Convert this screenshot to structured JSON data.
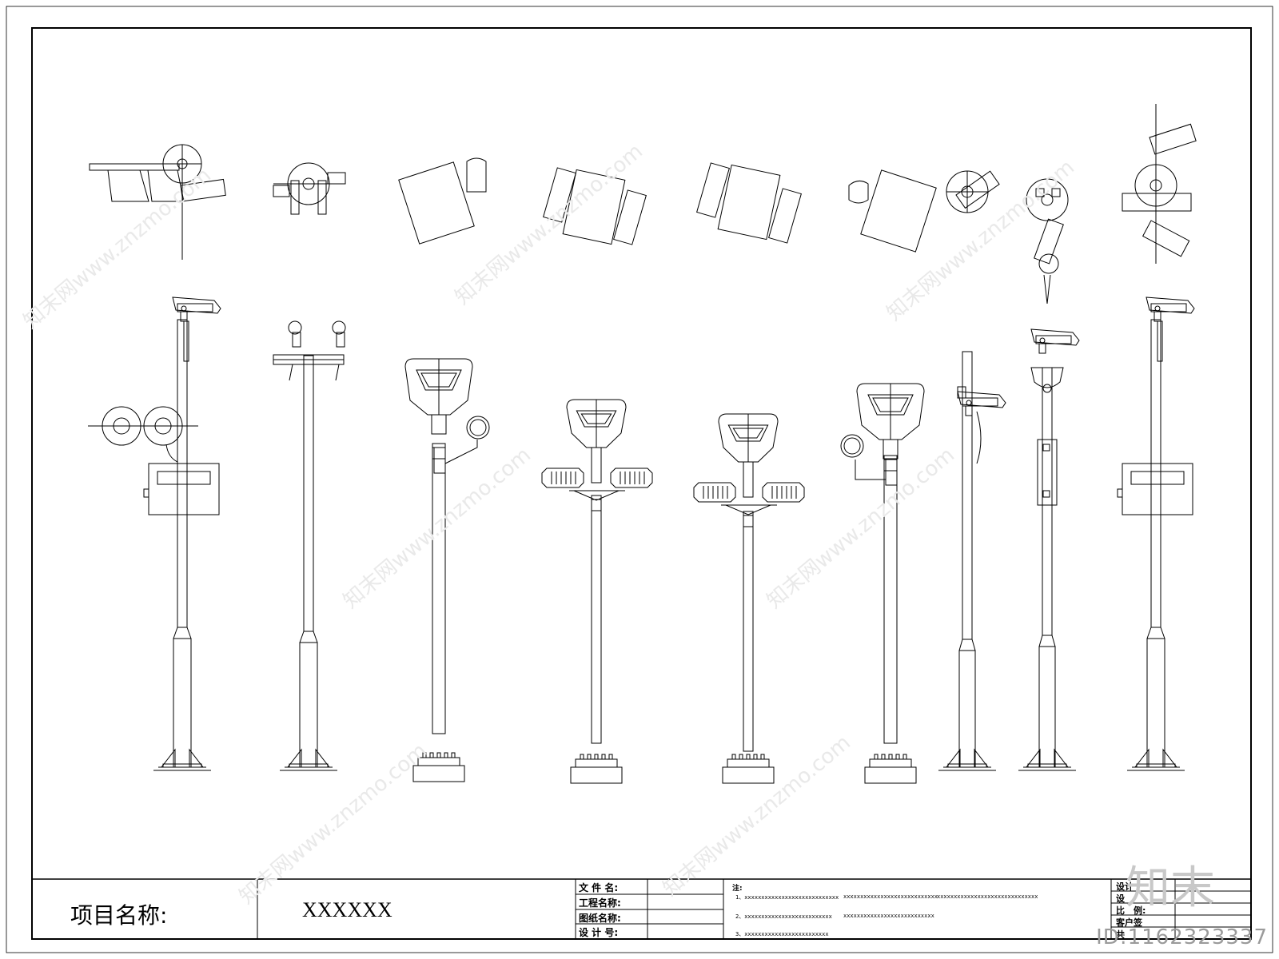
{
  "title_block": {
    "project_label": "项目名称:",
    "project_value": "XXXXXX",
    "fields": [
      "文 件 名:",
      "工程名称:",
      "图纸名称:",
      "设 计 号:"
    ],
    "notes_label": "注:",
    "notes": [
      "1、xxxxxxxxxxxxxxxxxxxxxxxxxxxx",
      "xxxxxxxxxxxxxxxxxxxxxxxxxxxx",
      "xxxxxxxxxxxxxxxxxxxxxxxxxxxxxx",
      "2、xxxxxxxxxxxxxxxxxxxxxxxxxx",
      "xxxxxxxxxxxxxxxxxxxxxxxxxxx",
      "3、xxxxxxxxxxxxxxxxxxxxxxxxx"
    ],
    "sign_fields": [
      "设计",
      "设",
      "比　例:",
      "客户签",
      "共"
    ]
  },
  "watermark": {
    "id_text": "ID:1162323337",
    "logo": "知末",
    "site_text": "知末网www.znzmo.com"
  },
  "colors": {
    "line": "#000000",
    "paper": "#ffffff",
    "watermark": "#cccccc"
  },
  "poles": [
    {
      "kind": "camera-box-twin-speaker"
    },
    {
      "kind": "twin-spotlight"
    },
    {
      "kind": "sign-single-lamp-left"
    },
    {
      "kind": "sign-twin-floodlight"
    },
    {
      "kind": "sign-twin-floodlight"
    },
    {
      "kind": "sign-single-lamp-right"
    },
    {
      "kind": "camera-tall-thin"
    },
    {
      "kind": "camera-dome"
    },
    {
      "kind": "camera-box"
    }
  ]
}
